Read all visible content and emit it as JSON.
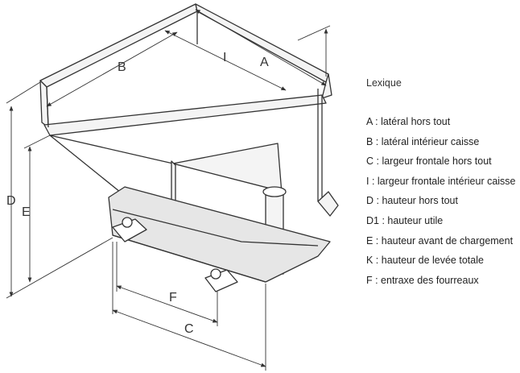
{
  "legend": {
    "title": "Lexique",
    "items": [
      "A : latéral hors tout",
      "B : latéral intérieur caisse",
      "C : largeur frontale hors tout",
      "I : largeur frontale intérieur caisse",
      "D : hauteur hors tout",
      "D1 : hauteur utile",
      "E : hauteur avant de chargement",
      "K : hauteur de levée totale",
      "F : entraxe des fourreaux"
    ]
  },
  "dimension_labels": {
    "a": "A",
    "b": "B",
    "i": "I",
    "d": "D",
    "e": "E",
    "f": "F",
    "c": "C"
  },
  "colors": {
    "line": "#333333",
    "frame_fill": "#f4f4f4",
    "shadow_fill": "#e6e6e6",
    "text": "#222222"
  }
}
